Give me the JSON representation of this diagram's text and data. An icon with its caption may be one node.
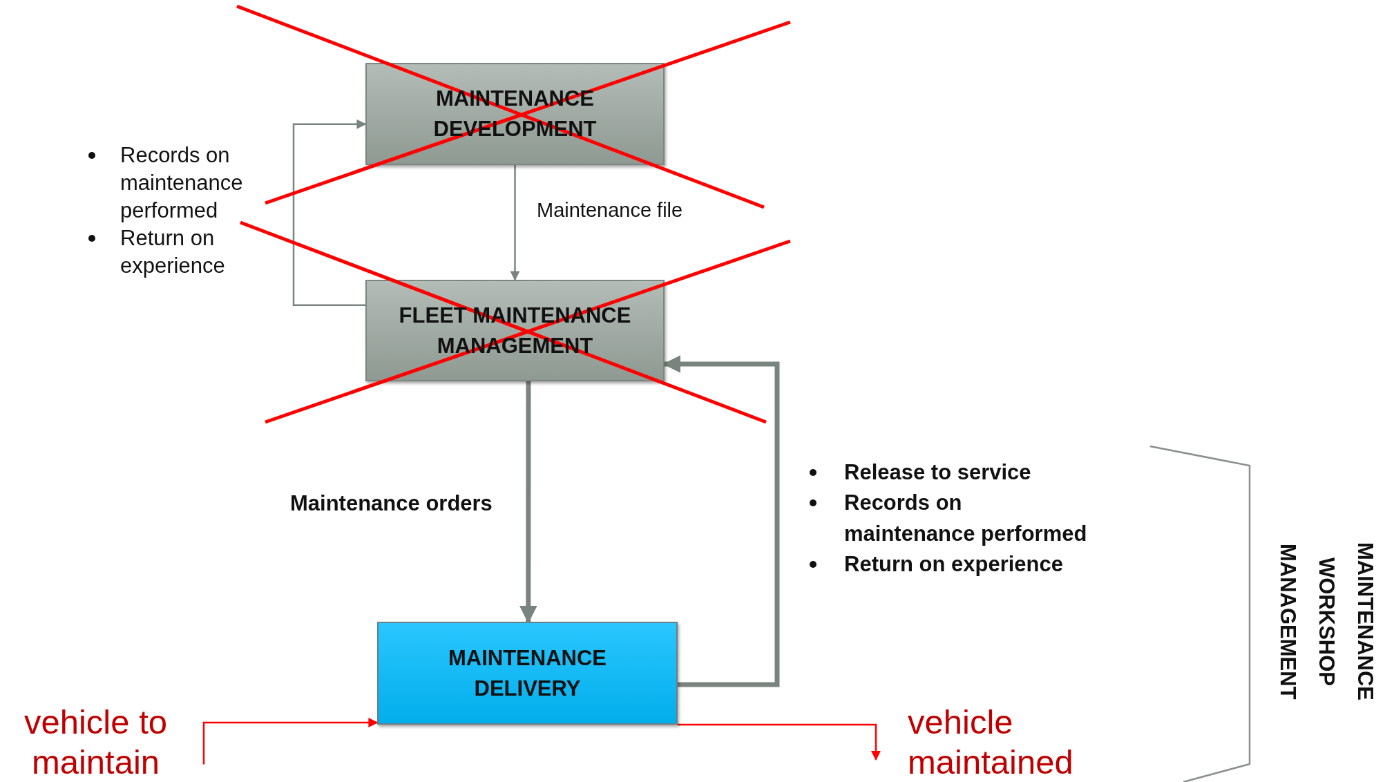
{
  "diagram": {
    "nodes": [
      {
        "text": [
          "MAINTENANCE DEVELOPMENT"
        ]
      },
      {
        "text": [
          "FLEET MAINTENANCE MANAGEMENT"
        ]
      },
      {
        "text": [
          "MAINTENANCE DELIVERY"
        ]
      },
      {
        "text": [
          "vehicle to maintain"
        ]
      },
      {
        "text": [
          "vehicle maintained"
        ]
      }
    ],
    "edges": [
      {
        "from": 0,
        "to": 1,
        "arrow": "to",
        "label": "Maintenance file"
      },
      {
        "from": 1,
        "to": 0,
        "arrow": "to"
      },
      {
        "from": 1,
        "to": 2,
        "arrow": "to",
        "label": "Maintenance orders",
        "style": "thick"
      },
      {
        "from": 2,
        "to": 1,
        "arrow": "to",
        "style": "thick"
      },
      {
        "from": 3,
        "to": 2,
        "arrow": "to",
        "color": "#ff0000"
      },
      {
        "from": 2,
        "to": 4,
        "arrow": "to",
        "color": "#ff0000"
      }
    ],
    "labels": [
      "Records on maintenance performed",
      "Return on experience",
      "Release to service",
      "Records on maintenance performed",
      "Return on experience",
      "MAINTENANCE WORKSHOP MANAGEMENT"
    ]
  }
}
